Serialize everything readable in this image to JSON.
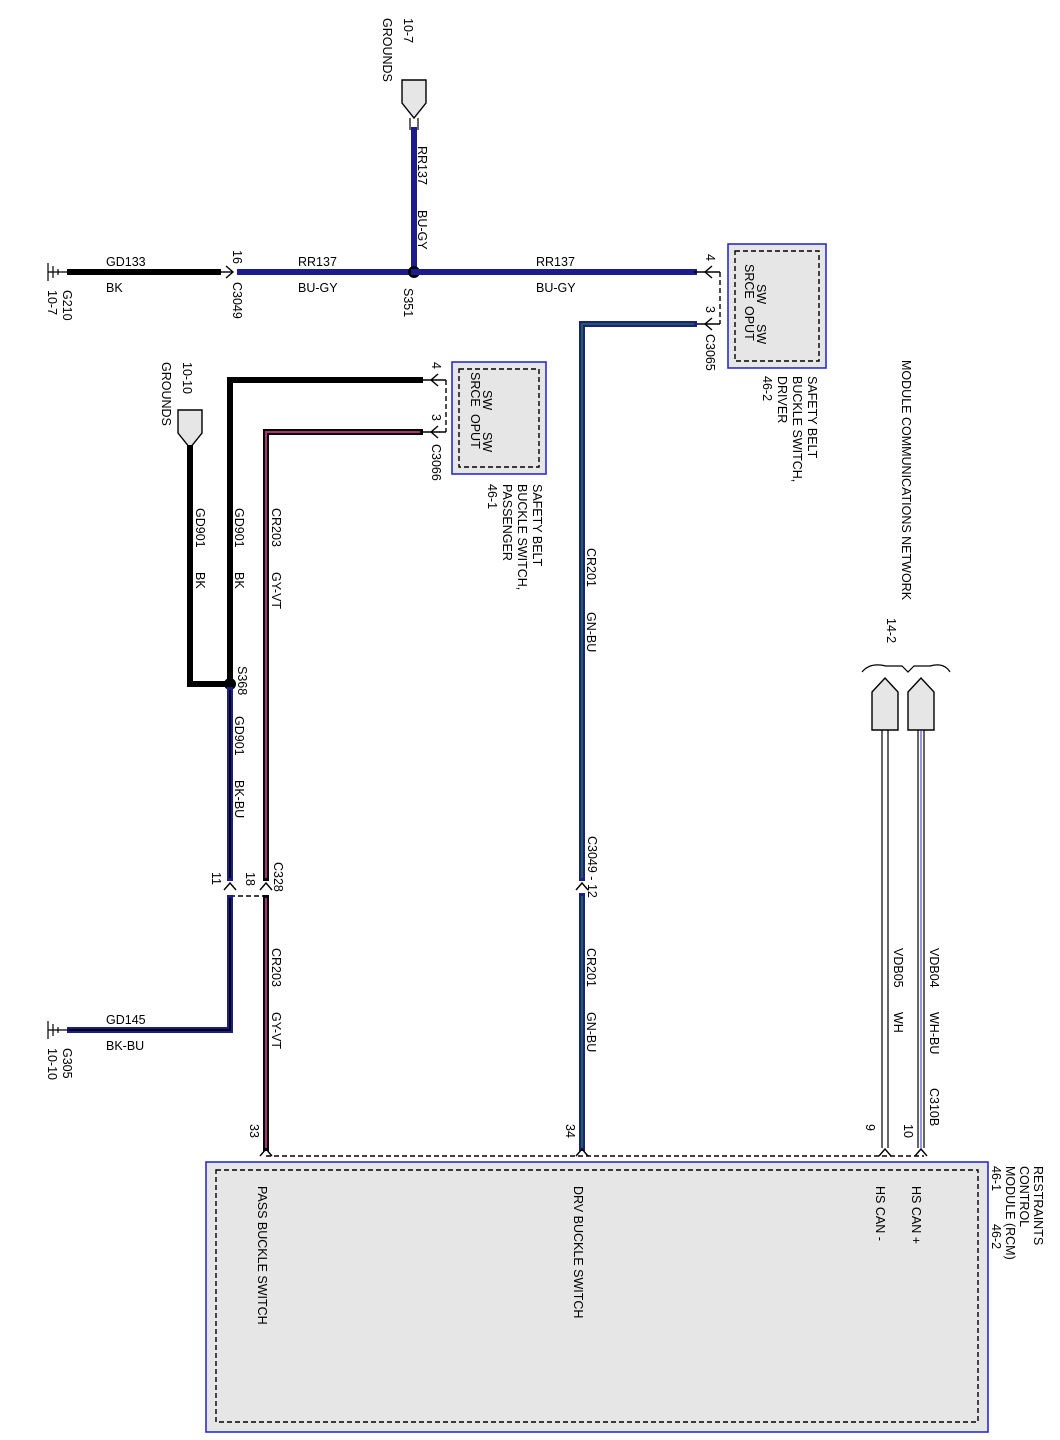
{
  "colors": {
    "wire_black": "#000000",
    "wire_blue": "#1c1c8c",
    "wire_green": "#1b7a2a",
    "wire_violet": "#b0307a",
    "module_border": "#2b2bd0",
    "module_fill": "#e6e6e6"
  },
  "top_ground_ref": {
    "page": "10-7",
    "label": "GROUNDS"
  },
  "ground_g210": {
    "id": "G210",
    "page": "10-7",
    "wire": "GD133",
    "color": "BK"
  },
  "c3049_16": {
    "pin": "16",
    "connector": "C3049"
  },
  "wire_rr137_left": {
    "circuit": "RR137",
    "color": "BU-GY"
  },
  "splice_s351": {
    "id": "S351"
  },
  "wire_rr137_up": {
    "circuit": "RR137",
    "color": "BU-GY"
  },
  "wire_rr137_right": {
    "circuit": "RR137",
    "color": "BU-GY"
  },
  "driver_switch": {
    "pin_top": "4",
    "pin_bottom": "3",
    "connector": "C3065",
    "pin_labels": [
      "SW",
      "SRCE",
      "SW",
      "OPUT"
    ],
    "title_lines": [
      "SAFETY BELT",
      "BUCKLE SWITCH,",
      "DRIVER",
      "46-2"
    ]
  },
  "passenger_switch": {
    "pin_top": "4",
    "pin_bottom": "3",
    "connector": "C3066",
    "pin_labels": [
      "SW",
      "SRCE",
      "SW",
      "OPUT"
    ],
    "title_lines": [
      "SAFETY BELT",
      "BUCKLE SWITCH,",
      "PASSENGER",
      "46-1"
    ]
  },
  "mid_ground_ref": {
    "page": "10-10",
    "label": "GROUNDS"
  },
  "wire_gd901_ref": {
    "circuit": "GD901",
    "color": "BK"
  },
  "wire_gd901_sw": {
    "circuit": "GD901",
    "color": "BK"
  },
  "wire_cr203_top": {
    "circuit": "CR203",
    "color": "GY-VT"
  },
  "splice_s368": {
    "id": "S368"
  },
  "wire_gd901_lower": {
    "circuit": "GD901",
    "color": "BK-BU"
  },
  "c328": {
    "connector": "C328",
    "pin_left": "11",
    "pin_right": "18"
  },
  "ground_g305": {
    "id": "G305",
    "page": "10-10",
    "wire": "GD145",
    "color": "BK-BU"
  },
  "wire_cr203_bottom": {
    "circuit": "CR203",
    "color": "GY-VT"
  },
  "wire_cr201_top": {
    "circuit": "CR201",
    "color": "GN-BU"
  },
  "c3049_12": {
    "label": "C3049 - 12"
  },
  "wire_cr201_bottom": {
    "circuit": "CR201",
    "color": "GN-BU"
  },
  "network": {
    "title": "MODULE COMMUNICATIONS NETWORK",
    "page": "14-2"
  },
  "wire_vdb05": {
    "circuit": "VDB05",
    "color": "WH"
  },
  "wire_vdb04": {
    "circuit": "VDB04",
    "color": "WH-BU"
  },
  "c310b": {
    "connector": "C310B",
    "pin_9": "9",
    "pin_10": "10"
  },
  "rcm": {
    "pin_33": "33",
    "pin_34": "34",
    "title_lines": [
      "RESTRAINTS",
      "CONTROL",
      "MODULE (RCM)",
      "46-1",
      "46-2"
    ],
    "pass_label": "PASS BUCKLE SWITCH",
    "drv_label": "DRV BUCKLE SWITCH",
    "hs_can_minus": "HS CAN -",
    "hs_can_plus": "HS CAN +"
  }
}
